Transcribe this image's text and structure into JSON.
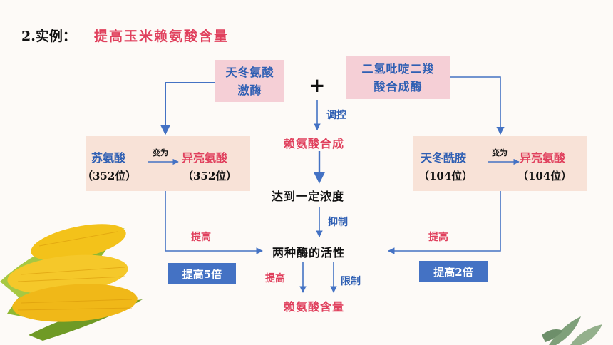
{
  "title": {
    "number": "2.实例：",
    "text": "提高玉米赖氨酸含量"
  },
  "enzyme_left": {
    "line1": "天冬氨酸",
    "line2": "激酶"
  },
  "enzyme_right": {
    "line1": "二氢吡啶二羧",
    "line2": "酸合成酶"
  },
  "plus": "+",
  "left_box": {
    "from": "苏氨酸",
    "from_pos": "（352位）",
    "arrow_label": "变为",
    "to": "异亮氨酸",
    "to_pos": "（352位）"
  },
  "right_box": {
    "from": "天冬酰胺",
    "from_pos": "（104位）",
    "arrow_label": "变为",
    "to": "异亮氨酸",
    "to_pos": "（104位）"
  },
  "center": {
    "regulate": "调控",
    "synthesis": "赖氨酸合成",
    "reach": "达到一定浓度",
    "inhibit": "抑制",
    "activity": "两种酶的活性",
    "increase": "提高",
    "limit": "限制",
    "content": "赖氨酸含量"
  },
  "left_increase": "提高",
  "right_increase": "提高",
  "left_badge": "提高5倍",
  "right_badge": "提高2倍"
}
